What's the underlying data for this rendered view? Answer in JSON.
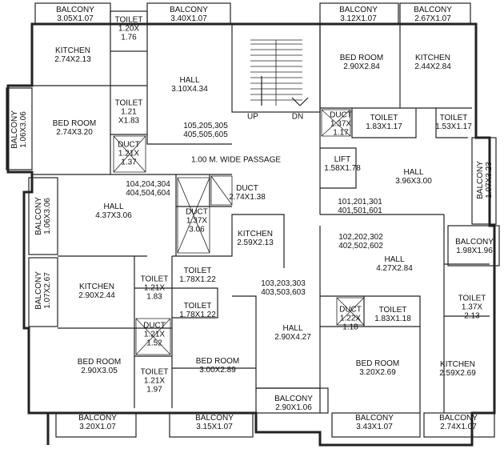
{
  "rooms": {
    "balcony_tl": {
      "name": "BALCONY",
      "dim": "3.05X1.07"
    },
    "toilet_tl": {
      "name": "TOILET",
      "dim": "1.20X\n1.76"
    },
    "balcony_tc": {
      "name": "BALCONY",
      "dim": "3.40X1.07"
    },
    "balcony_tr1": {
      "name": "BALCONY",
      "dim": "3.12X1.07"
    },
    "balcony_tr2": {
      "name": "BALCONY",
      "dim": "2.67X1.07"
    },
    "kitchen_tl": {
      "name": "KITCHEN",
      "dim": "2.74X2.13"
    },
    "hall_top": {
      "name": "HALL",
      "dim": "3.10X4.34"
    },
    "bedroom_tr": {
      "name": "BED ROOM",
      "dim": "2.90X2.84"
    },
    "kitchen_tr": {
      "name": "KITCHEN",
      "dim": "2.44X2.84"
    },
    "balcony_left1": {
      "name": "BALCONY",
      "dim": "1.06X3.06"
    },
    "bedroom_l": {
      "name": "BED ROOM",
      "dim": "2.74X3.20"
    },
    "toilet_l": {
      "name": "TOILET",
      "dim": "1.21\nX1.83"
    },
    "duct_l": {
      "name": "DUCT",
      "dim": "1.21X\n1.37"
    },
    "flats_top": {
      "text": "105,205,305\n405,505,605"
    },
    "stair_up": {
      "text": "UP"
    },
    "stair_dn": {
      "text": "DN"
    },
    "duct_rc": {
      "name": "DUCT",
      "dim": "1.37X\n1.17"
    },
    "toilet_rc": {
      "name": "TOILET",
      "dim": "1.83X1.17"
    },
    "toilet_rr": {
      "name": "TOILET",
      "dim": "1.53X1.17"
    },
    "passage": {
      "text": "1.00 M. WIDE PASSAGE"
    },
    "lift": {
      "name": "LIFT",
      "dim": "1.58X1.78"
    },
    "balcony_r1": {
      "name": "BALCONY",
      "dim": "1.07X3.23"
    },
    "hall_r1": {
      "name": "HALL",
      "dim": "3.96X3.00"
    },
    "flats_ml": {
      "text": "104,204,304\n404,504,604"
    },
    "balcony_left2": {
      "name": "BALCONY",
      "dim": "1.06X3.06"
    },
    "hall_ml": {
      "name": "HALL",
      "dim": "4.37X3.06"
    },
    "duct_c1": {
      "name": "DUCT",
      "dim": "2.74X1.38"
    },
    "duct_c2": {
      "name": "DUCT",
      "dim": "1.37X\n3.06"
    },
    "flats_r1": {
      "text": "101,201,301\n401,501,601"
    },
    "kitchen_c": {
      "name": "KITCHEN",
      "dim": "2.59X2.13"
    },
    "flats_r2": {
      "text": "102,202,302\n402,502,602"
    },
    "balcony_r2": {
      "name": "BALCONY",
      "dim": "1.98X1.96"
    },
    "balcony_left3": {
      "name": "BALCONY",
      "dim": "1.07X2.67"
    },
    "toilet_c1": {
      "name": "TOILET",
      "dim": "1.78X1.22"
    },
    "kitchen_ll": {
      "name": "KITCHEN",
      "dim": "2.90X2.44"
    },
    "toilet_ll": {
      "name": "TOILET",
      "dim": "1.21X\n1.83"
    },
    "hall_r2": {
      "name": "HALL",
      "dim": "4.27X2.84"
    },
    "flats_c": {
      "text": "103,203,303\n403,503,603"
    },
    "toilet_c2": {
      "name": "TOILET",
      "dim": "1.78X1.22"
    },
    "toilet_r3": {
      "name": "TOILET",
      "dim": "1.37X\n2.13"
    },
    "duct_ll": {
      "name": "DUCT",
      "dim": "1.21X\n1.52"
    },
    "duct_r2": {
      "name": "DUCT",
      "dim": "1.22X\n1.18"
    },
    "toilet_r2": {
      "name": "TOILET",
      "dim": "1.83X1.18"
    },
    "hall_c": {
      "name": "HALL",
      "dim": "2.90X4.27"
    },
    "bedroom_bl": {
      "name": "BED ROOM",
      "dim": "2.90X3.05"
    },
    "toilet_bl": {
      "name": "TOILET",
      "dim": "1.21X\n1.97"
    },
    "bedroom_bc": {
      "name": "BED ROOM",
      "dim": "3.00X2.89"
    },
    "bedroom_br": {
      "name": "BED ROOM",
      "dim": "3.20X2.69"
    },
    "kitchen_br": {
      "name": "KITCHEN",
      "dim": "2.59X2.69"
    },
    "balcony_bc1": {
      "name": "BALCONY",
      "dim": "2.90X1.06"
    },
    "balcony_b1": {
      "name": "BALCONY",
      "dim": "3.20X1.07"
    },
    "balcony_b2": {
      "name": "BALCONY",
      "dim": "3.15X1.07"
    },
    "balcony_b3": {
      "name": "BALCONY",
      "dim": "3.43X1.07"
    },
    "balcony_b4": {
      "name": "BALCONY",
      "dim": "2.74X1.07"
    }
  }
}
